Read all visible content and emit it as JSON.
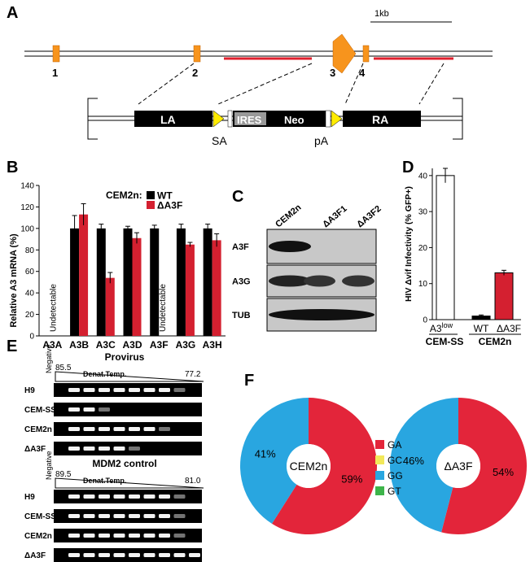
{
  "panels": {
    "A": "A",
    "B": "B",
    "C": "C",
    "D": "D",
    "E": "E",
    "F": "F"
  },
  "panelA": {
    "scale_label": "1kb",
    "exons": [
      "1",
      "2",
      "3",
      "4"
    ],
    "construct": {
      "LA": "LA",
      "IRES": "IRES",
      "Neo": "Neo",
      "RA": "RA",
      "SA": "SA",
      "pA": "pA"
    },
    "colors": {
      "exon": "#f7941d",
      "red": "#e0202e"
    }
  },
  "chart_data": [
    {
      "type": "bar",
      "panel": "B",
      "title": "",
      "ylabel": "Relative A3 mRNA (%)",
      "ylim": [
        0,
        140
      ],
      "yticks": [
        0,
        20,
        40,
        60,
        80,
        100,
        120,
        140
      ],
      "legend_title": "CEM2n:",
      "categories": [
        "A3A",
        "A3B",
        "A3C",
        "A3D",
        "A3F",
        "A3G",
        "A3H"
      ],
      "series": [
        {
          "name": "WT",
          "color": "#000000",
          "values": [
            null,
            100,
            100,
            100,
            100,
            100,
            100
          ],
          "errors": [
            null,
            12,
            4,
            2,
            3,
            4,
            4
          ]
        },
        {
          "name": "ΔA3F",
          "color": "#d42030",
          "values": [
            null,
            113,
            54,
            91,
            null,
            85,
            89
          ],
          "errors": [
            null,
            10,
            5,
            5,
            null,
            2,
            6
          ]
        }
      ],
      "annotations": [
        "Undetectable",
        "Undetectable"
      ]
    },
    {
      "type": "bar",
      "panel": "D",
      "ylabel": "HIV Δvif Infectivity (% GFP+)",
      "ylim": [
        0,
        42
      ],
      "yticks": [
        0,
        10,
        20,
        30,
        40
      ],
      "categories": [
        "A3low",
        "WT",
        "ΔA3F"
      ],
      "values": [
        40,
        1,
        13
      ],
      "errors": [
        2,
        0.3,
        0.7
      ],
      "colors": [
        "#ffffff",
        "#000000",
        "#d42030"
      ],
      "groups": [
        "CEM-SS",
        "CEM2n"
      ]
    },
    {
      "type": "pie",
      "panel": "F",
      "name": "CEM2n",
      "labels": [
        "GA",
        "GG"
      ],
      "values": [
        59,
        41
      ],
      "value_labels": [
        "59%",
        "41%"
      ],
      "colors": [
        "#e3253a",
        "#29a6e0"
      ]
    },
    {
      "type": "pie",
      "panel": "F",
      "name": "ΔA3F",
      "labels": [
        "GA",
        "GG"
      ],
      "values": [
        54,
        46
      ],
      "value_labels": [
        "54%",
        "46%"
      ],
      "colors": [
        "#e3253a",
        "#29a6e0"
      ]
    }
  ],
  "panelC": {
    "lanes": [
      "CEM2n",
      "ΔA3F1",
      "ΔA3F2"
    ],
    "rows": [
      "A3F",
      "A3G",
      "TUB"
    ]
  },
  "panelE": {
    "top": {
      "title": "Provirus",
      "neg": "Negative",
      "t_high": "85.5",
      "t_low": "77.2",
      "gradient": "Denat.Temp.",
      "rows": [
        {
          "name": "H9",
          "bands": 8
        },
        {
          "name": "CEM-SS",
          "bands": 3
        },
        {
          "name": "CEM2n",
          "bands": 7
        },
        {
          "name": "ΔA3F",
          "bands": 5
        }
      ]
    },
    "bottom": {
      "title": "MDM2 control",
      "neg": "Negative",
      "t_high": "89.5",
      "t_low": "81.0",
      "gradient": "Denat.Temp.",
      "rows": [
        {
          "name": "H9",
          "bands": 8
        },
        {
          "name": "CEM-SS",
          "bands": 8
        },
        {
          "name": "CEM2n",
          "bands": 8
        },
        {
          "name": "ΔA3F",
          "bands": 9
        }
      ]
    }
  },
  "panelF": {
    "legend": [
      {
        "label": "GA",
        "color": "#e3253a"
      },
      {
        "label": "GC",
        "color": "#f2e85a"
      },
      {
        "label": "GG",
        "color": "#29a6e0"
      },
      {
        "label": "GT",
        "color": "#3db44a"
      }
    ]
  }
}
